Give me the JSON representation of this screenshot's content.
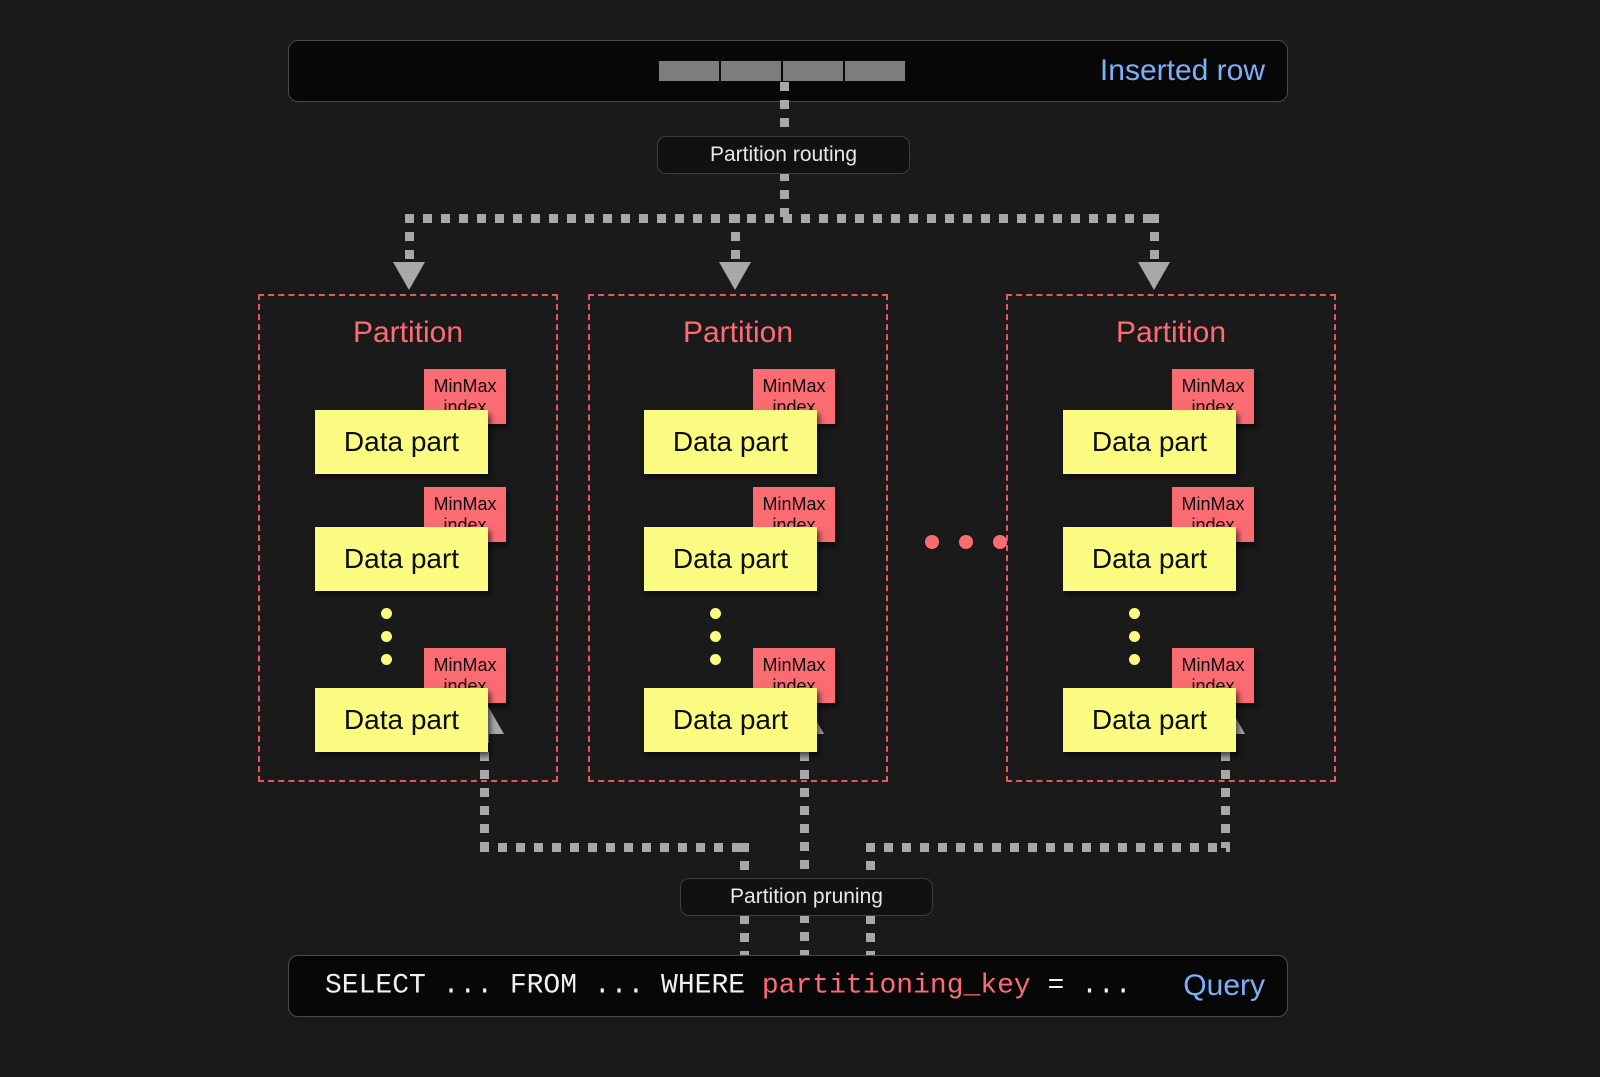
{
  "diagram": {
    "title_top": "Inserted row",
    "title_bottom": "Query",
    "background_color": "#1a1a1a",
    "accent_blue": "#7cb0f7",
    "accent_red": "#ff6b72",
    "accent_yellow": "#fbfb82"
  },
  "inserted_row": {
    "label": "Inserted row",
    "cells": [
      "",
      "",
      "",
      ""
    ]
  },
  "routing": {
    "label": "Partition routing"
  },
  "pruning": {
    "label": "Partition pruning"
  },
  "partitions": [
    {
      "title": "Partition",
      "parts": [
        {
          "label": "Data part",
          "index_label_line1": "MinMax",
          "index_label_line2": "index"
        },
        {
          "label": "Data part",
          "index_label_line1": "MinMax",
          "index_label_line2": "index"
        },
        {
          "label": "Data part",
          "index_label_line1": "MinMax",
          "index_label_line2": "index"
        }
      ]
    },
    {
      "title": "Partition",
      "parts": [
        {
          "label": "Data part",
          "index_label_line1": "MinMax",
          "index_label_line2": "index"
        },
        {
          "label": "Data part",
          "index_label_line1": "MinMax",
          "index_label_line2": "index"
        },
        {
          "label": "Data part",
          "index_label_line1": "MinMax",
          "index_label_line2": "index"
        }
      ]
    },
    {
      "title": "Partition",
      "parts": [
        {
          "label": "Data part",
          "index_label_line1": "MinMax",
          "index_label_line2": "index"
        },
        {
          "label": "Data part",
          "index_label_line1": "MinMax",
          "index_label_line2": "index"
        },
        {
          "label": "Data part",
          "index_label_line1": "MinMax",
          "index_label_line2": "index"
        }
      ]
    }
  ],
  "ellipsis_between_partitions": "• • •",
  "query": {
    "prefix": "SELECT ... FROM ... WHERE ",
    "key": "partitioning_key",
    "suffix": " = ...",
    "label": "Query"
  }
}
